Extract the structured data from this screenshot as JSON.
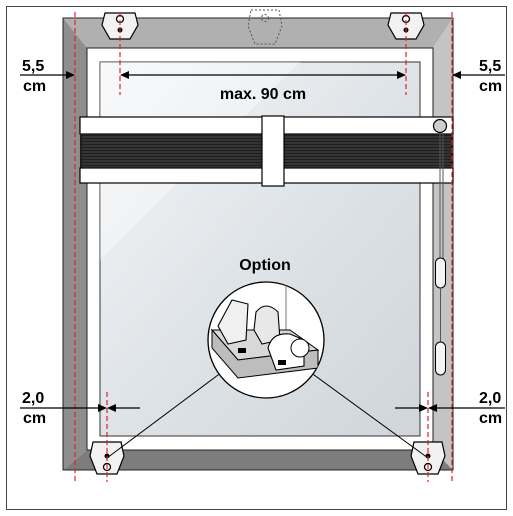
{
  "labels": {
    "top_left_value": "5,5",
    "top_left_unit": "cm",
    "top_right_value": "5,5",
    "top_right_unit": "cm",
    "max_width": "max. 90 cm",
    "option": "Option",
    "bottom_left_value": "2,0",
    "bottom_left_unit": "cm",
    "bottom_right_value": "2,0",
    "bottom_right_unit": "cm"
  },
  "colors": {
    "frame": "#9c9c9c",
    "glass": "#dfe3e7",
    "guide_line": "#e2202a",
    "pleat": "#1e1e1e",
    "outline": "#000000"
  }
}
